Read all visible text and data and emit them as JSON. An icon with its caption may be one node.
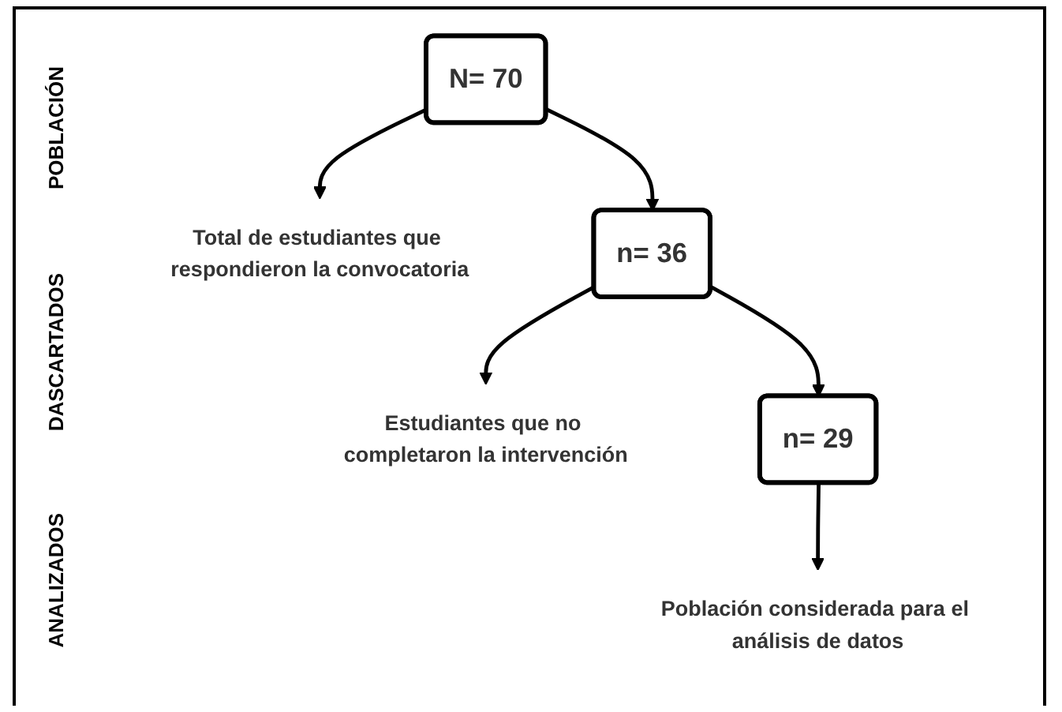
{
  "diagram": {
    "nodes": [
      {
        "text": [
          "N= 70"
        ]
      },
      {
        "text": [
          "Total de estudiantes que respondieron la convocatoria"
        ]
      },
      {
        "text": [
          "n= 36"
        ]
      },
      {
        "text": [
          "Estudiantes que no completaron la intervención"
        ]
      },
      {
        "text": [
          "n= 29"
        ]
      },
      {
        "text": [
          "Población considerada para el análisis de datos"
        ]
      }
    ],
    "edges": [
      {
        "from": 0,
        "to": 1,
        "arrow": "to"
      },
      {
        "from": 0,
        "to": 2,
        "arrow": "to"
      },
      {
        "from": 2,
        "to": 3,
        "arrow": "to"
      },
      {
        "from": 2,
        "to": 4,
        "arrow": "to"
      },
      {
        "from": 4,
        "to": 5,
        "arrow": "to"
      }
    ],
    "labels": [
      "POBLACIÓN",
      "DASCARTADOS",
      "ANALIZADOS"
    ]
  }
}
